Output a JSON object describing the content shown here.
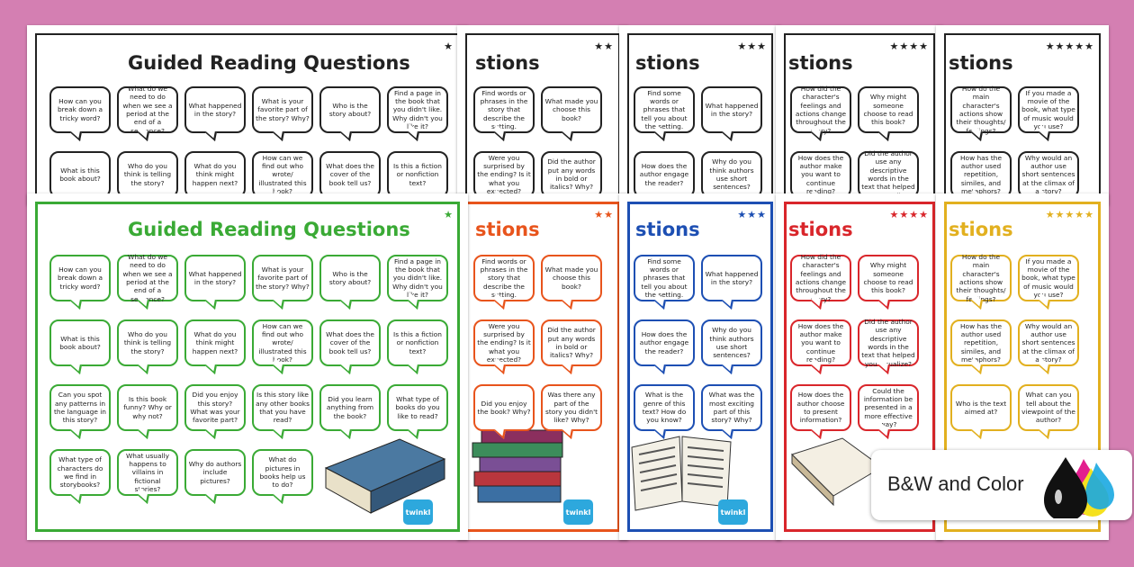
{
  "badge": {
    "label": "B&W and Color"
  },
  "twinkl_label": "twinkl",
  "back_row": [
    {
      "title": "Guided Reading Questions",
      "stars": "★",
      "questions": [
        "How can you break down a tricky word?",
        "What do we need to do when we see a period at the end of a sentence?",
        "What happened in the story?",
        "What is your favorite part of the story? Why?",
        "Who is the story about?",
        "Find a page in the book that you didn't like. Why didn't you like it?",
        "What is this book about?",
        "Who do you think is telling the story?",
        "What do you think might happen next?",
        "How can we find out who wrote/ illustrated this book?",
        "What does the cover of the book tell us?",
        "Is this a fiction or nonfiction text?"
      ]
    },
    {
      "title": "stions",
      "stars": "★★",
      "questions": [
        "Find words or phrases in the story that describe the setting.",
        "What made you choose this book?",
        "Were you surprised by the ending? Is it what you expected?",
        "Did the author put any words in bold or italics? Why?"
      ]
    },
    {
      "title": "stions",
      "stars": "★★★",
      "questions": [
        "Find some words or phrases that tell you about the setting.",
        "What happened in the story?",
        "How does the author engage the reader?",
        "Why do you think authors use short sentences?"
      ]
    },
    {
      "title": "stions",
      "stars": "★★★★",
      "questions": [
        "How did the character's feelings and actions change throughout the story?",
        "Why might someone choose to read this book?",
        "How does the author make you want to continue reading?",
        "Did the author use any descriptive words in the text that helped you visualize?"
      ]
    },
    {
      "title": "stions",
      "stars": "★★★★★",
      "questions": [
        "How do the main character's actions show their thoughts/ feelings?",
        "If you made a movie of the book, what type of music would you use?",
        "How has the author used repetition, similes, and metaphors?",
        "Why would an author use short sentences at the climax of a story?"
      ]
    }
  ],
  "front_row": [
    {
      "title": "Guided Reading Questions",
      "stars": "★",
      "color": "#3aaa35",
      "questions": [
        "How can you break down a tricky word?",
        "What do we need to do when we see a period at the end of a sentence?",
        "What happened in the story?",
        "What is your favorite part of the story? Why?",
        "Who is the story about?",
        "Find a page in the book that you didn't like. Why didn't you like it?",
        "What is this book about?",
        "Who do you think is telling the story?",
        "What do you think might happen next?",
        "How can we find out who wrote/ illustrated this book?",
        "What does the cover of the book tell us?",
        "Is this a fiction or nonfiction text?",
        "Can you spot any patterns in the language in this story?",
        "Is this book funny? Why or why not?",
        "Did you enjoy this story? What was your favorite part?",
        "Is this story like any other books that you have read?",
        "Did you learn anything from the book?",
        "What type of books do you like to read?",
        "What type of characters do we find in storybooks?",
        "What usually happens to villains in fictional stories?",
        "Why do authors include pictures?",
        "What do pictures in books help us to do?"
      ]
    },
    {
      "title": "stions",
      "stars": "★★",
      "color": "#e8541c",
      "questions": [
        "Find words or phrases in the story that describe the setting.",
        "What made you choose this book?",
        "Were you surprised by the ending? Is it what you expected?",
        "Did the author put any words in bold or italics? Why?",
        "Did you enjoy the book? Why?",
        "Was there any part of the story you didn't like? Why?"
      ]
    },
    {
      "title": "stions",
      "stars": "★★★",
      "color": "#1d4fb3",
      "questions": [
        "Find some words or phrases that tell you about the setting.",
        "What happened in the story?",
        "How does the author engage the reader?",
        "Why do you think authors use short sentences?",
        "What is the genre of this text? How do you know?",
        "What was the most exciting part of this story? Why?"
      ]
    },
    {
      "title": "stions",
      "stars": "★★★★",
      "color": "#d9262b",
      "questions": [
        "How did the character's feelings and actions change throughout the story?",
        "Why might someone choose to read this book?",
        "How does the author make you want to continue reading?",
        "Did the author use any descriptive words in the text that helped you visualize?",
        "How does the author choose to present information?",
        "Could the information be presented in a more effective way?"
      ]
    },
    {
      "title": "stions",
      "stars": "★★★★★",
      "color": "#e2b01f",
      "questions": [
        "How do the main character's actions show their thoughts/ feelings?",
        "If you made a movie of the book, what type of music would you use?",
        "How has the author used repetition, similes, and metaphors?",
        "Why would an author use short sentences at the climax of a story?",
        "Who is the text aimed at?",
        "What can you tell about the viewpoint of the author?"
      ]
    }
  ]
}
